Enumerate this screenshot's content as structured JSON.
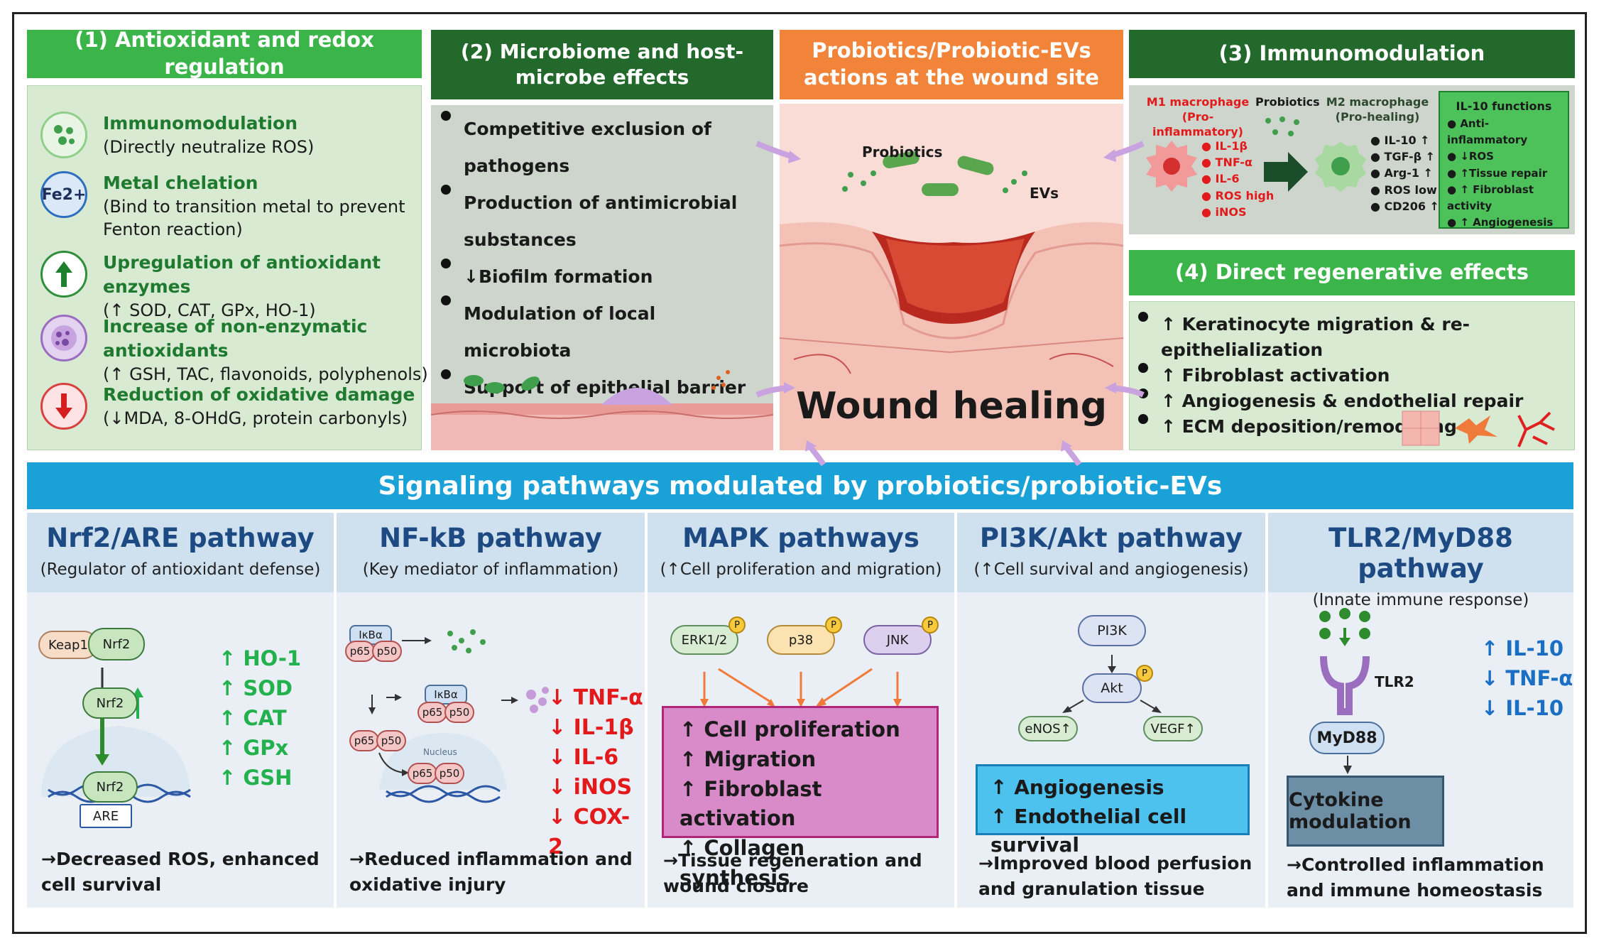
{
  "center": {
    "title_line1": "Probiotics/Probiotic-EVs",
    "title_line2": "actions at the wound site",
    "probiotics_label": "Probiotics",
    "evs_label": "EVs",
    "wound_label": "Wound healing"
  },
  "p1": {
    "title": "(1) Antioxidant and redox regulation",
    "items": [
      {
        "title": "Immunomodulation",
        "desc": "(Directly neutralize ROS)"
      },
      {
        "title": "Metal chelation",
        "desc": "(Bind to transition metal to prevent Fenton reaction)",
        "icon": "Fe2+"
      },
      {
        "title": "Upregulation of antioxidant enzymes",
        "desc": "(↑ SOD, CAT, GPx, HO-1)"
      },
      {
        "title": "Increase of non-enzymatic antioxidants",
        "desc": "(↑ GSH, TAC, flavonoids, polyphenols)"
      },
      {
        "title": "Reduction of oxidative damage",
        "desc": "(↓MDA, 8-OHdG, protein carbonyls)"
      }
    ]
  },
  "p2": {
    "title_line1": "(2) Microbiome and host-",
    "title_line2": "microbe effects",
    "items": [
      "Competitive exclusion of pathogens",
      "Production of antimicrobial substances",
      "↓Biofilm formation",
      "Modulation of local microbiota",
      "Support of epithelial barrier homeostasis"
    ]
  },
  "p3": {
    "title": "(3) Immunomodulation",
    "m1_title": "M1 macrophage",
    "m1_sub": "(Pro-inflammatory)",
    "probiotics": "Probiotics",
    "m2_title": "M2 macrophage",
    "m2_sub": "(Pro-healing)",
    "m1_list": [
      "IL-1β",
      "TNF-α",
      "IL-6",
      "ROS high",
      "iNOS"
    ],
    "m2_list": [
      "IL-10 ↑",
      "TGF-β ↑",
      "Arg-1 ↑",
      "ROS low",
      "CD206 ↑"
    ],
    "il10_title": "IL-10 functions",
    "il10_list": [
      "Anti-inflammatory",
      "↓ROS",
      "↑Tissue repair",
      "↑ Fibroblast activity",
      "↑ Angiogenesis"
    ]
  },
  "p4": {
    "title": "(4) Direct regenerative effects",
    "items": [
      "↑ Keratinocyte migration & re-epithelialization",
      "↑ Fibroblast activation",
      "↑ Angiogenesis & endothelial repair",
      "↑ ECM deposition/remodeling"
    ]
  },
  "signaling": {
    "title": "Signaling pathways modulated by probiotics/probiotic-EVs"
  },
  "nrf2": {
    "title": "Nrf2/ARE pathway",
    "sub": "(Regulator of antioxidant defense)",
    "keap1": "Keap1",
    "nrf2": "Nrf2",
    "are": "ARE",
    "list": [
      "↑ HO-1",
      "↑ SOD",
      "↑ CAT",
      "↑ GPx",
      "↑ GSH"
    ],
    "concl": "→Decreased ROS, enhanced cell survival"
  },
  "nfkb": {
    "title": "NF-kB pathway",
    "sub": "(Key mediator of inflammation)",
    "ikba": "IκBα",
    "p65": "p65",
    "p50": "p50",
    "nucleus": "Nucleus",
    "list": [
      "↓ TNF-α",
      "↓ IL-1β",
      "↓ IL-6",
      "↓ iNOS",
      "↓ COX-2"
    ],
    "concl": "→Reduced inflammation and oxidative injury"
  },
  "mapk": {
    "title": "MAPK pathways",
    "sub": "(↑Cell proliferation and migration)",
    "erk": "ERK1/2",
    "p38": "p38",
    "jnk": "JNK",
    "p": "P",
    "list": [
      "↑ Cell proliferation",
      "↑ Migration",
      "↑ Fibroblast activation",
      "↑ Collagen synthesis"
    ],
    "concl": "→Tissue regeneration and wound closure"
  },
  "pi3k": {
    "title": "PI3K/Akt pathway",
    "sub": "(↑Cell survival and angiogenesis)",
    "pi3k": "PI3K",
    "akt": "Akt",
    "p": "P",
    "enos": "eNOS↑",
    "vegf": "VEGF↑",
    "list": [
      "↑ Angiogenesis",
      "↑ Endothelial cell survival"
    ],
    "concl": "→Improved blood perfusion and granulation tissue"
  },
  "tlr2": {
    "title": "TLR2/MyD88 pathway",
    "sub": "(Innate immune response)",
    "tlr2": "TLR2",
    "myd88": "MyD88",
    "cyto": "Cytokine modulation",
    "list": [
      "↑ IL-10",
      "↓ TNF-α",
      "↓ IL-10"
    ],
    "concl": "→Controlled inflammation and immune homeostasis"
  },
  "colors": {
    "green": "#3bb54a",
    "dark_green": "#22692b",
    "orange": "#f2843a",
    "blue": "#1aa1d8",
    "red": "#e31a1c"
  }
}
